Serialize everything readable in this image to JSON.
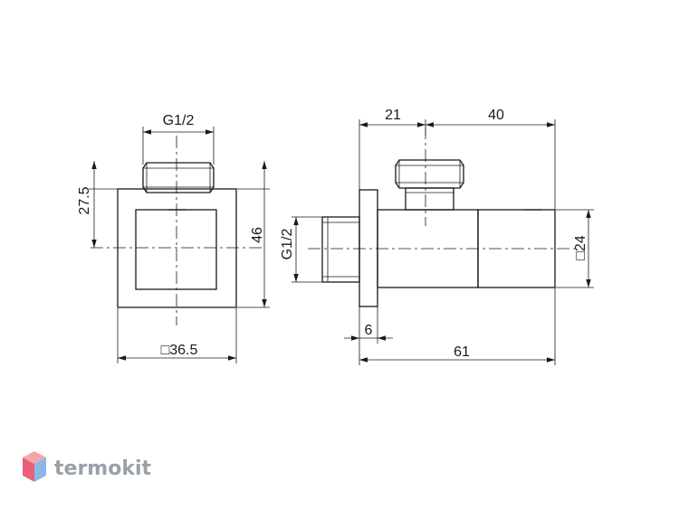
{
  "dimensions": {
    "front_thread": "G1/2",
    "front_height_offset": "27.5",
    "front_height": "46",
    "front_square_width": "□36.5",
    "side_offset": "21",
    "side_length_top": "40",
    "side_thread": "G1/2",
    "side_square": "□24",
    "side_flange": "6",
    "side_length": "61"
  },
  "logo": {
    "text": "termokit",
    "colors": {
      "top": "#f2a8a8",
      "left": "#e8607a",
      "right": "#8fb6e8",
      "text": "#9aa0a8"
    }
  }
}
